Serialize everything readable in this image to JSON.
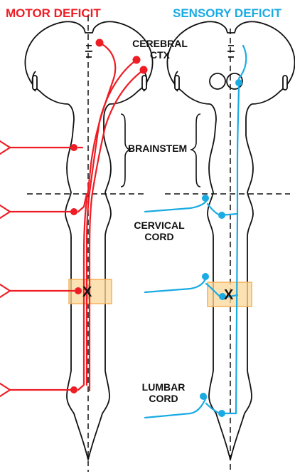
{
  "titles": {
    "motor": "MOTOR DEFICIT",
    "sensory": "SENSORY DEFICIT"
  },
  "labels": {
    "cortex_line1": "CEREBRAL",
    "cortex_line2": "CTX",
    "brainstem": "BRAINSTEM",
    "cervical_line1": "CERVICAL",
    "cervical_line2": "CORD",
    "lumbar_line1": "LUMBAR",
    "lumbar_line2": "CORD"
  },
  "lesion_marker": "X",
  "colors": {
    "motor": "#ee1c24",
    "sensory": "#1aabe3",
    "lesion_fill": "#fbd79a",
    "lesion_stroke": "#f4b25a",
    "outline": "#111111"
  }
}
